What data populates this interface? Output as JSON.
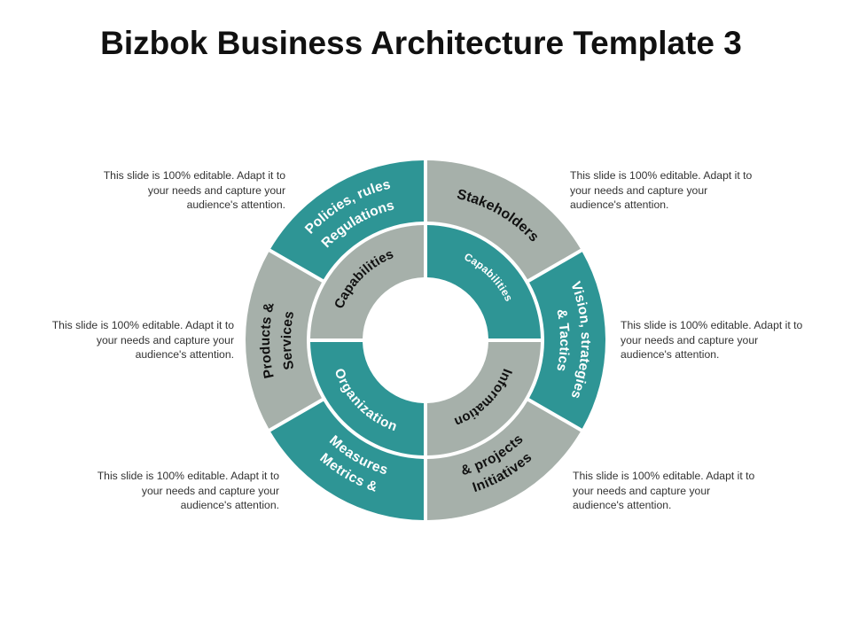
{
  "title": "Bizbok Business Architecture Template 3",
  "colors": {
    "teal": "#2e9595",
    "gray": "#a6b0aa",
    "white": "#ffffff"
  },
  "outer_ring": [
    {
      "line1": "Policies, rules",
      "line2": "Regulations",
      "fill": "teal"
    },
    {
      "line1": "Stakeholders",
      "line2": "",
      "fill": "gray"
    },
    {
      "line1": "Vision, strategies",
      "line2": "& Tactics",
      "fill": "teal"
    },
    {
      "line1": "Initiatives",
      "line2": "& projects",
      "fill": "gray"
    },
    {
      "line1": "Metrics &",
      "line2": "Measures",
      "fill": "teal"
    },
    {
      "line1": "Products &",
      "line2": "Services",
      "fill": "gray"
    }
  ],
  "inner_ring": [
    {
      "label": "Capabilities",
      "fill": "gray"
    },
    {
      "label": "Capabilities",
      "fill": "teal"
    },
    {
      "label": "Information",
      "fill": "gray"
    },
    {
      "label": "Organization",
      "fill": "teal"
    }
  ],
  "notes": {
    "top_left": "This slide is 100% editable. Adapt it to your needs and capture your audience's attention.",
    "top_right": "This slide is 100% editable. Adapt it to your needs and capture your audience's attention.",
    "middle_left": "This slide is 100% editable. Adapt it to your needs and capture your audience's attention.",
    "middle_right": "This slide is 100% editable. Adapt it to your needs and capture your audience's attention.",
    "bottom_left": "This slide is 100% editable. Adapt it to your needs and capture your audience's attention.",
    "bottom_right": "This slide is 100% editable. Adapt it to your needs and capture your audience's attention."
  }
}
